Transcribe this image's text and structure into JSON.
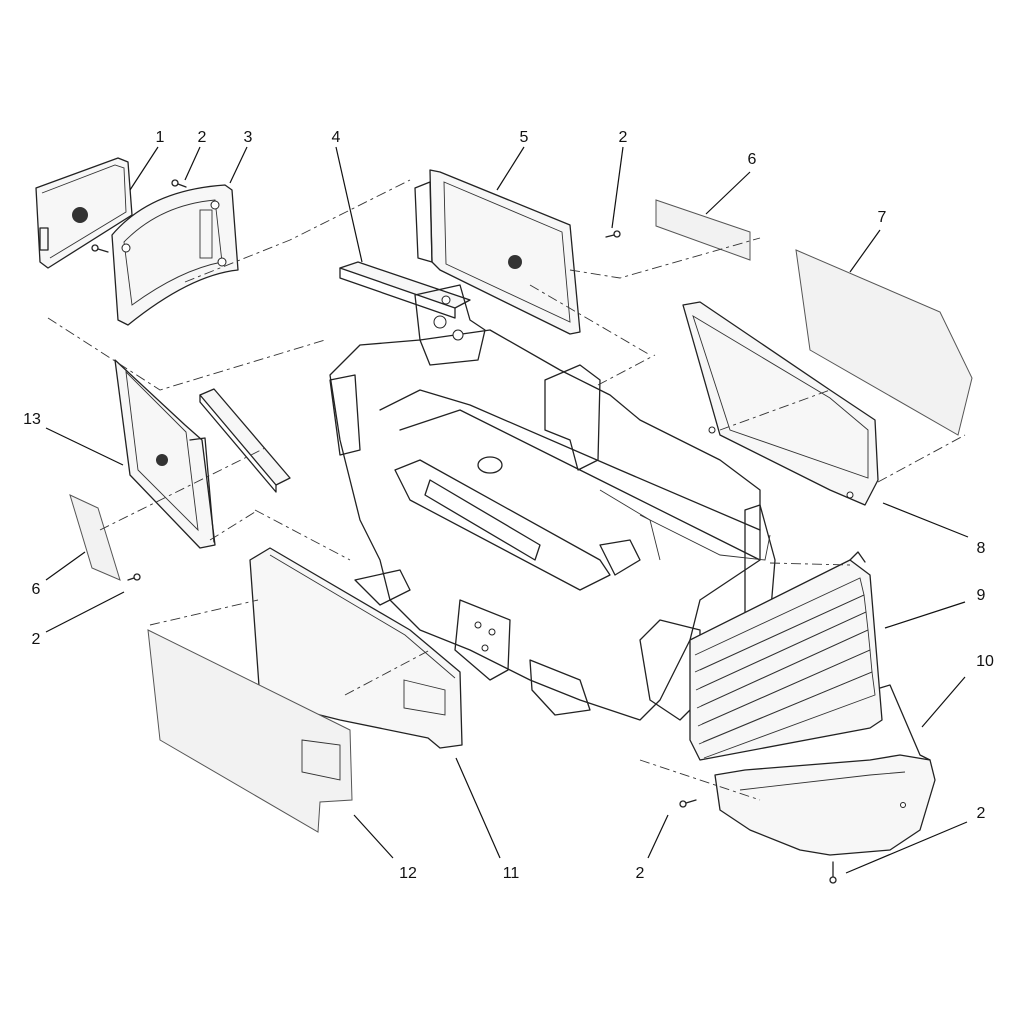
{
  "callouts": [
    {
      "id": "c1",
      "text": "1"
    },
    {
      "id": "c2a",
      "text": "2"
    },
    {
      "id": "c3",
      "text": "3"
    },
    {
      "id": "c4",
      "text": "4"
    },
    {
      "id": "c5",
      "text": "5"
    },
    {
      "id": "c2b",
      "text": "2"
    },
    {
      "id": "c6a",
      "text": "6"
    },
    {
      "id": "c7",
      "text": "7"
    },
    {
      "id": "c13",
      "text": "13"
    },
    {
      "id": "c8",
      "text": "8"
    },
    {
      "id": "c6b",
      "text": "6"
    },
    {
      "id": "c9",
      "text": "9"
    },
    {
      "id": "c2c",
      "text": "2"
    },
    {
      "id": "c10",
      "text": "10"
    },
    {
      "id": "c2d",
      "text": "2"
    },
    {
      "id": "c12",
      "text": "12"
    },
    {
      "id": "c11",
      "text": "11"
    },
    {
      "id": "c2e",
      "text": "2"
    }
  ]
}
